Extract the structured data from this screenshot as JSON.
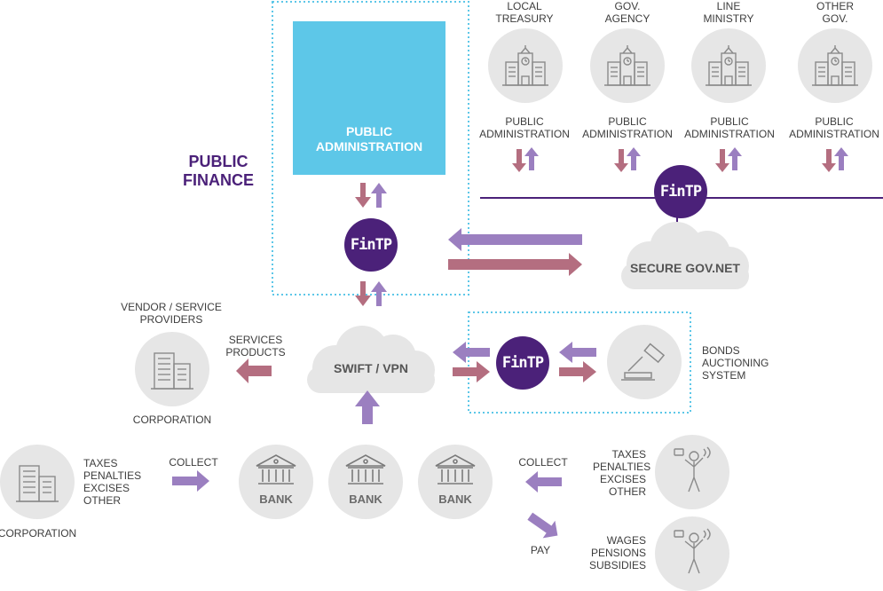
{
  "title": "PUBLIC FINANCE",
  "public_administration_box": "PUBLIC ADMINISTRATION",
  "fintp_logo_text": "FinTP",
  "gov_entities": [
    {
      "name": "LOCAL TREASURY",
      "role": "PUBLIC ADMINISTRATION"
    },
    {
      "name": "GOV. AGENCY",
      "role": "PUBLIC ADMINISTRATION"
    },
    {
      "name": "LINE MINISTRY",
      "role": "PUBLIC ADMINISTRATION"
    },
    {
      "name": "OTHER GOV.",
      "role": "PUBLIC ADMINISTRATION"
    }
  ],
  "secure_gov_net": "SECURE GOV.NET",
  "swift_vpn": "SWIFT / VPN",
  "vendor_providers": "VENDOR / SERVICE PROVIDERS",
  "services_products": "SERVICES PRODUCTS",
  "corporation_top": "CORPORATION",
  "bonds_system": "BONDS AUCTIONING SYSTEM",
  "corporation_bottom": "CORPORATION",
  "corp_payments": "TAXES PENALTIES EXCISES OTHER",
  "collect_left": "COLLECT",
  "bank_label": "BANK",
  "collect_right": "COLLECT",
  "citizen_taxes": "TAXES PENALTIES EXCISES OTHER",
  "pay": "PAY",
  "citizen_wages": "WAGES PENSIONS SUBSIDIES",
  "colors": {
    "purple_dark": "#4b2179",
    "arrow_purple": "#9b7fc0",
    "arrow_red": "#b46e80",
    "light_blue": "#5dc7e8",
    "gray_circle": "#e6e6e6"
  }
}
